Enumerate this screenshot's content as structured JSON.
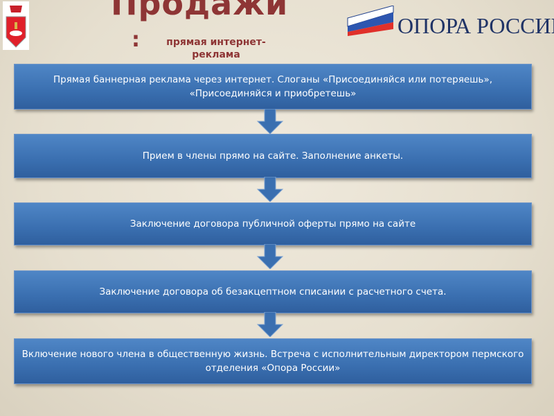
{
  "header": {
    "title": "Продажи",
    "colon": ":",
    "subtitle": "прямая интернет-реклама",
    "logo_text": "ОПОРА РОССИИ"
  },
  "steps": [
    {
      "text": "Прямая баннерная реклама через интернет. Слоганы «Присоединяйся или потеряешь», «Присоединяйся и приобретешь»"
    },
    {
      "text": "Прием в члены прямо на сайте. Заполнение анкеты."
    },
    {
      "text": "Заключение договора публичной оферты прямо на сайте"
    },
    {
      "text": "Заключение договора об безакцептном списании с расчетного счета."
    },
    {
      "text": "Включение нового члена  в общественную жизнь. Встреча с исполнительным директором пермского отделения «Опора России»"
    }
  ],
  "colors": {
    "accent": "#8e3535",
    "box": "#3a6fb0"
  }
}
